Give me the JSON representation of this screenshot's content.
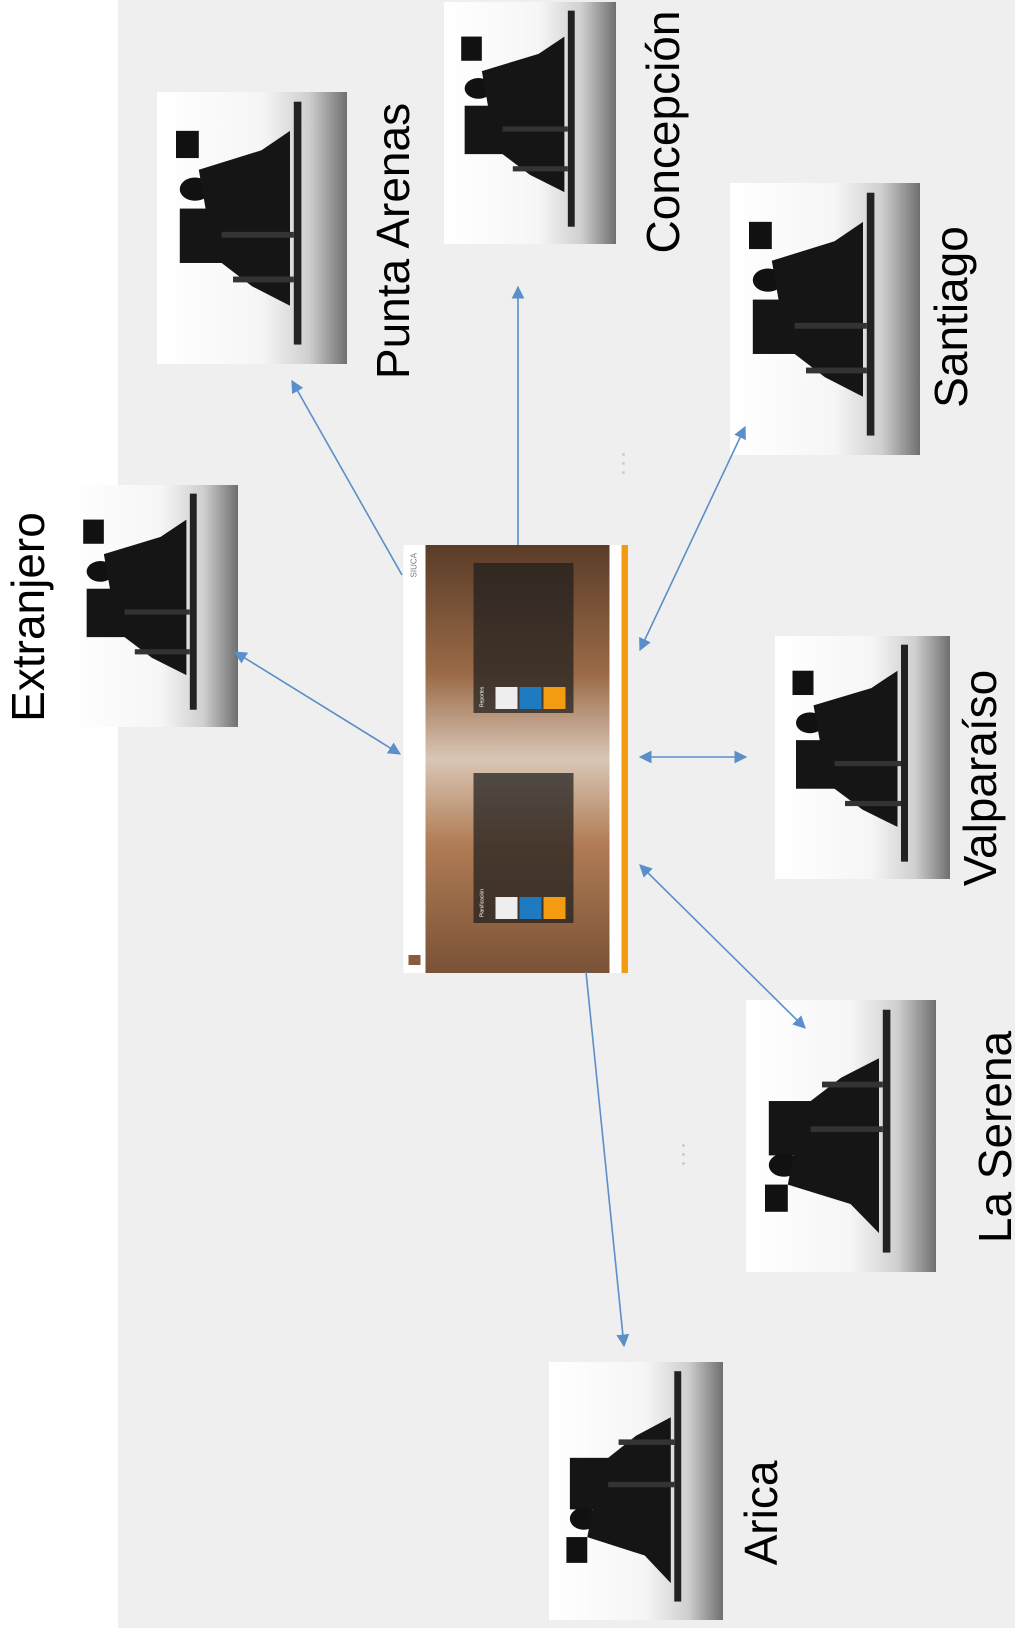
{
  "diagram": {
    "center": {
      "app_name": "SIUCA",
      "panels": [
        "Planificación",
        "Reportes"
      ]
    },
    "cities": [
      {
        "id": "extranjero",
        "label": "Extranjero"
      },
      {
        "id": "punta-arenas",
        "label": "Punta Arenas"
      },
      {
        "id": "concepcion",
        "label": "Concepción"
      },
      {
        "id": "santiago",
        "label": "Santiago"
      },
      {
        "id": "valparaiso",
        "label": "Valparaíso"
      },
      {
        "id": "la-serena",
        "label": "La Serena"
      },
      {
        "id": "arica",
        "label": "Arica"
      }
    ],
    "ellipsis": [
      "...",
      "..."
    ],
    "colors": {
      "arrow": "#5b8fc9",
      "slide_background": "#efefef",
      "accent": "#f39c12"
    },
    "icons": [
      "office-meeting-photo",
      "arrow"
    ]
  }
}
